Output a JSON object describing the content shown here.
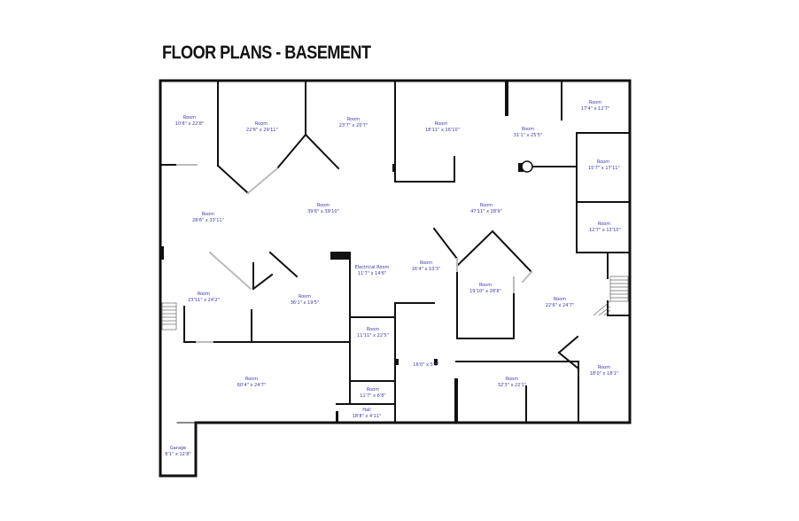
{
  "title": "FLOOR PLANS - BASEMENT",
  "rooms": [
    {
      "name": "Room",
      "size": "10'6\" x 22'8\""
    },
    {
      "name": "Room",
      "size": "22'6\" x 29'11\""
    },
    {
      "name": "Room",
      "size": "23'7\" x 20'7\""
    },
    {
      "name": "Room",
      "size": "18'11\" x 16'10\""
    },
    {
      "name": "Room",
      "size": "31'1\" x 25'5\""
    },
    {
      "name": "Room",
      "size": "17'4\" x 12'7\""
    },
    {
      "name": "Room",
      "size": "15'7\" x 17'11\""
    },
    {
      "name": "Room",
      "size": "28'6\" x 33'11\""
    },
    {
      "name": "Room",
      "size": "39'6\" x 39'10\""
    },
    {
      "name": "Room",
      "size": "47'11\" x 28'9\""
    },
    {
      "name": "Room",
      "size": "12'7\" x 13'10\""
    },
    {
      "name": "Electrical Room",
      "size": "11'7\" x 14'6\""
    },
    {
      "name": "Room",
      "size": "16'4\" x 10'3\""
    },
    {
      "name": "Room",
      "size": "19'10\" x 28'8\""
    },
    {
      "name": "Room",
      "size": "23'11\" x 24'2\""
    },
    {
      "name": "Room",
      "size": "36'1\" x 19'5\""
    },
    {
      "name": "Room",
      "size": "22'6\" x 24'7\""
    },
    {
      "name": "Room",
      "size": "11'11\" x 22'5\""
    },
    {
      "name": "",
      "size": "16'0\" x 5'3\""
    },
    {
      "name": "Room",
      "size": "18'0\" x 18'1\""
    },
    {
      "name": "Room",
      "size": "60'4\" x 24'7\""
    },
    {
      "name": "Room",
      "size": "11'7\" x 6'8\""
    },
    {
      "name": "Room",
      "size": "32'3\" x 22'1\""
    },
    {
      "name": "Hall",
      "size": "18'8\" x 4'11\""
    },
    {
      "name": "Garage",
      "size": "8'1\" x 12'8\""
    }
  ]
}
